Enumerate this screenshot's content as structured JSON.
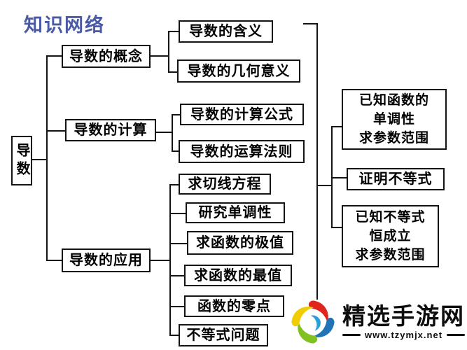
{
  "title": "知识网络",
  "title_color": "#4a5aa5",
  "root": {
    "label": "导数"
  },
  "branches": [
    {
      "label": "导数的概念",
      "children": [
        "导数的含义",
        "导数的几何意义"
      ]
    },
    {
      "label": "导数的计算",
      "children": [
        "导数的计算公式",
        "导数的运算法则"
      ]
    },
    {
      "label": "导数的应用",
      "children": [
        "求切线方程",
        "研究单调性",
        "求函数的极值",
        "求函数的最值",
        "函数的零点",
        "不等式问题"
      ]
    }
  ],
  "right_branches": [
    {
      "lines": [
        "已知函数的",
        "单调性",
        "求参数范围"
      ]
    },
    {
      "lines": [
        "证明不等式"
      ]
    },
    {
      "lines": [
        "已知不等式",
        "恒成立",
        "求参数范围"
      ]
    }
  ],
  "watermark": {
    "site_name": "精选手游网",
    "site_url": "www.tzymjx.net",
    "logo_icon": "pinwheel-logo",
    "logo_colors": {
      "red": "#df251c",
      "blue": "#2173b5",
      "green": "#82c122",
      "yellow": "#f0cd00"
    }
  }
}
